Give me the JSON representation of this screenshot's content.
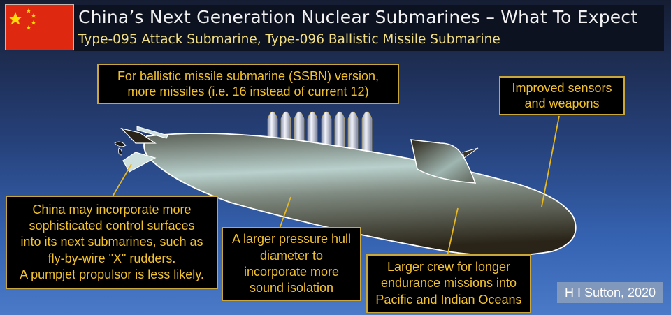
{
  "header": {
    "title": "China’s Next Generation Nuclear Submarines – What To Expect",
    "subtitle": "Type-095 Attack Submarine, Type-096 Ballistic Missile Submarine",
    "flag": "china-flag",
    "colors": {
      "title": "#f2f2f2",
      "subtitle": "#f3df80",
      "bar": "#0c1220"
    }
  },
  "callouts": [
    {
      "id": "missiles",
      "text": "For ballistic missile submarine (SSBN) version,\nmore missiles (i.e. 16 instead of current 12)"
    },
    {
      "id": "sensors",
      "text": "Improved sensors\nand weapons"
    },
    {
      "id": "control-surfaces",
      "text": "China may incorporate more\nsophisticated control surfaces\ninto its next submarines, such as\nfly-by-wire \"X\" rudders.\nA pumpjet propulsor is less likely."
    },
    {
      "id": "pressure-hull",
      "text": "A larger pressure hull\ndiameter to\nincorporate more\nsound isolation"
    },
    {
      "id": "crew",
      "text": "Larger crew for longer\nendurance missions into\nPacific and Indian Oceans"
    }
  ],
  "credit": "H I Sutton, 2020",
  "colors": {
    "callout_text": "#f2c22c",
    "callout_border": "#c9a73a",
    "leader_line": "#e8b820",
    "flag_red": "#de2910",
    "flag_star": "#ffde00"
  }
}
